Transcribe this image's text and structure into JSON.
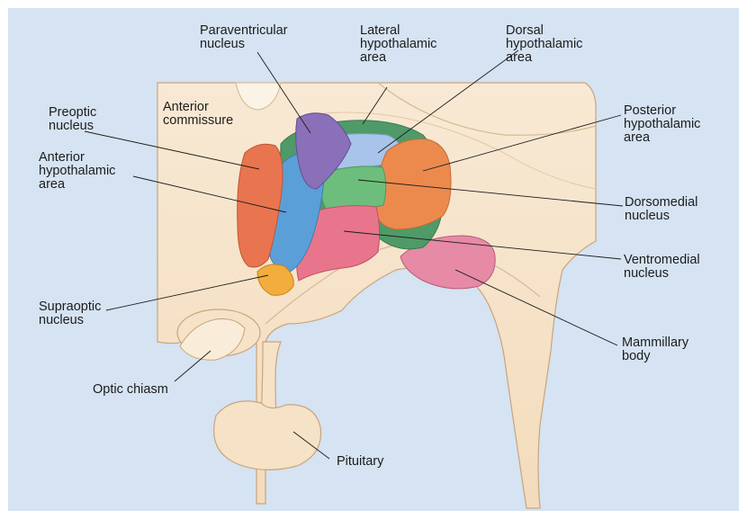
{
  "labels": {
    "paraventricular": "Paraventricular\nnucleus",
    "lateral": "Lateral\nhypothalamic\narea",
    "dorsal": "Dorsal\nhypothalamic\narea",
    "preoptic": "Preoptic\nnucleus",
    "anterior_commissure": "Anterior\ncommissure",
    "anterior_hypothalamic": "Anterior\nhypothalamic\narea",
    "posterior": "Posterior\nhypothalamic\narea",
    "dorsomedial": "Dorsomedial\nnucleus",
    "ventromedial": "Ventromedial\nnucleus",
    "supraoptic": "Supraoptic\nnucleus",
    "mammillary": "Mammillary\nbody",
    "optic_chiasm": "Optic chiasm",
    "pituitary": "Pituitary"
  },
  "colors": {
    "background": "#d5e3f2",
    "tissue": "#f6e2c6",
    "tissue_outline": "#c9a47d",
    "preoptic": "#e8754f",
    "paraventricular": "#8a70b8",
    "lateral": "#4f9a68",
    "dorsal": "#a9c4ea",
    "anterior_hypothalamic": "#5b9fd8",
    "posterior": "#ec8a4e",
    "dorsomedial": "#6dbe7c",
    "ventromedial": "#e9758d",
    "supraoptic": "#f2ad3c",
    "mammillary": "#e68aa6"
  }
}
